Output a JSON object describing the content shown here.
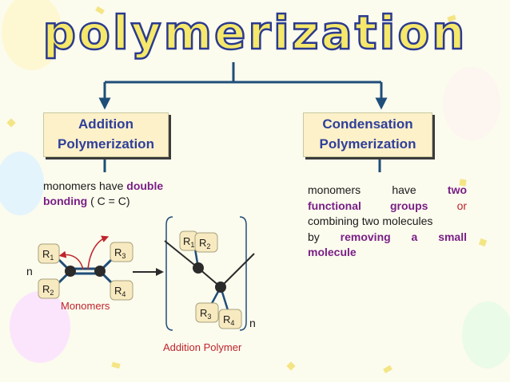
{
  "title": "polymerization",
  "addition": {
    "box_line1": "Addition",
    "box_line2": "Polymerization",
    "desc_part1": "monomers have ",
    "desc_bold": "double bonding",
    "desc_part2": " ( C = C)",
    "monomers_caption": "Monomers",
    "polymer_caption": "Addition Polymer",
    "n_left": "n",
    "n_right": "n",
    "groups": {
      "r": "R",
      "s1": "1",
      "s2": "2",
      "s3": "3",
      "s4": "4"
    }
  },
  "condensation": {
    "box_line1": "Condensation",
    "box_line2": "Polymerization",
    "line1_a": "monomers",
    "line1_b": "have",
    "line1_c": "two",
    "line2_a": "functional",
    "line2_b": "groups",
    "line2_c": "or",
    "line3": "combining two molecules",
    "line4_a": "by",
    "line4_b": "removing",
    "line4_c": "a",
    "line4_d": "small",
    "line5": "molecule"
  },
  "colors": {
    "title_fill": "#f5e86a",
    "title_stroke": "#2b3a8f",
    "connector": "#1f4e79",
    "box_fill": "#fdf1c9",
    "box_text": "#2f3f9a",
    "highlight": "#7a1f86",
    "accent_red": "#c0242c"
  }
}
